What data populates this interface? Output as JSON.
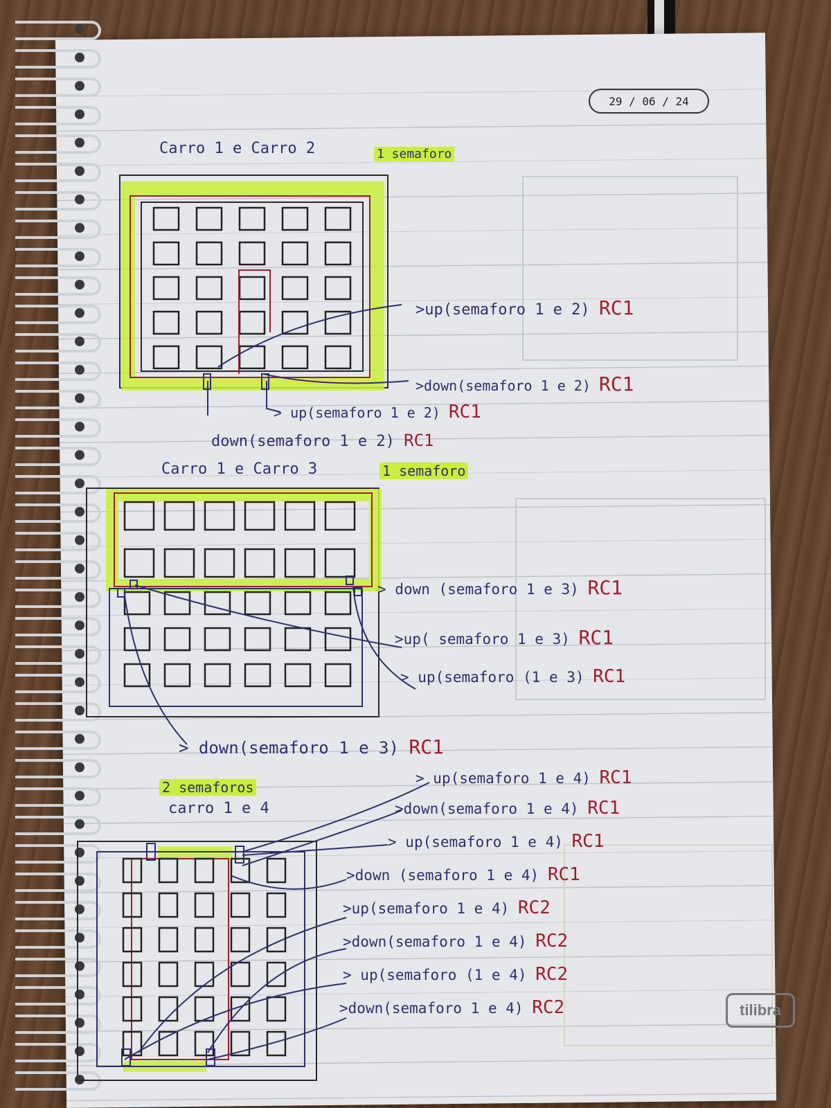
{
  "date": "29 / 06 / 24",
  "brand": "tilibra",
  "section1": {
    "title_left": "Carro 1  e  Carro 2",
    "title_tag": "1 semaforo",
    "annotations": [
      {
        "text": "up(semaforo 1 e 2)",
        "code": "RC1"
      },
      {
        "text": "down(semaforo 1 e 2)",
        "code": "RC1"
      },
      {
        "text": "up(semaforo 1 e 2)",
        "code": "RC1"
      },
      {
        "text": "down(semaforo 1 e 2)",
        "code": "RC1"
      }
    ]
  },
  "section2": {
    "title_left": "Carro 1  e  Carro 3",
    "title_tag": "1 semaforo",
    "annotations": [
      {
        "text": "down (semaforo 1 e 3)",
        "code": "RC1"
      },
      {
        "text": "up( semaforo 1 e 3)",
        "code": "RC1"
      },
      {
        "text": "up(semaforo (1 e 3)",
        "code": "RC1"
      },
      {
        "text": "down(semaforo 1 e 3)",
        "code": "RC1"
      }
    ]
  },
  "section3": {
    "title_tag": "2 semaforos",
    "title_left": "carro 1  e  4",
    "annotations": [
      {
        "text": "up(semaforo 1 e 4)",
        "code": "RC1"
      },
      {
        "text": "down(semaforo 1 e 4)",
        "code": "RC1"
      },
      {
        "text": "up(semaforo 1 e 4)",
        "code": "RC1"
      },
      {
        "text": "down (semaforo 1 e 4)",
        "code": "RC1"
      },
      {
        "text": "up(semaforo 1 e 4)",
        "code": "RC2"
      },
      {
        "text": "down(semaforo 1 e 4)",
        "code": "RC2"
      },
      {
        "text": "up(semaforo (1 e 4)",
        "code": "RC2"
      },
      {
        "text": "down(semaforo 1 e 4)",
        "code": "RC2"
      }
    ]
  },
  "colors": {
    "ink_blue": "#2d2f6e",
    "ink_red": "#a01d2e",
    "highlighter": "#c9ef3c"
  }
}
